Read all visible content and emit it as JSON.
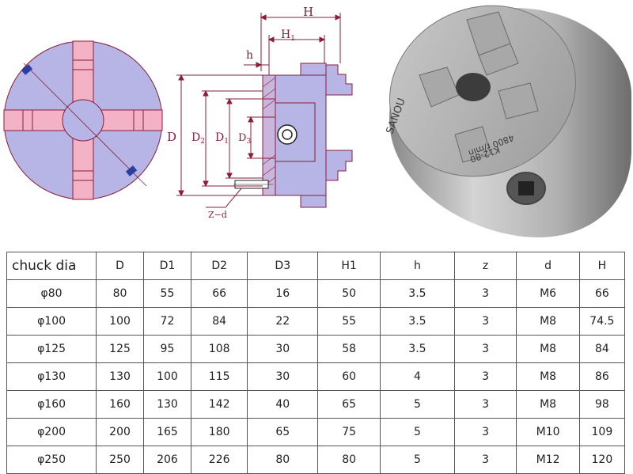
{
  "diagram": {
    "labels": {
      "H": "H",
      "H1": "H",
      "H1_sub": "1",
      "h": "h",
      "D": "D",
      "D1": "D",
      "D1_sub": "1",
      "D2": "D",
      "D2_sub": "2",
      "D3": "D",
      "D3_sub": "3",
      "Zd": "Z−d"
    },
    "photo_text": {
      "brand": "SANOU",
      "model": "K12-80",
      "speed": "4800 r/min"
    },
    "colors": {
      "body_fill": "#b7b5e6",
      "jaw_fill": "#f3b2c6",
      "line": "#8a1f3a",
      "accent": "#2c3fa0"
    }
  },
  "table": {
    "headers": [
      "chuck dia",
      "D",
      "D1",
      "D2",
      "D3",
      "H1",
      "h",
      "z",
      "d",
      "H"
    ],
    "rows": [
      [
        "φ80",
        "80",
        "55",
        "66",
        "16",
        "50",
        "3.5",
        "3",
        "M6",
        "66"
      ],
      [
        "φ100",
        "100",
        "72",
        "84",
        "22",
        "55",
        "3.5",
        "3",
        "M8",
        "74.5"
      ],
      [
        "φ125",
        "125",
        "95",
        "108",
        "30",
        "58",
        "3.5",
        "3",
        "M8",
        "84"
      ],
      [
        "φ130",
        "130",
        "100",
        "115",
        "30",
        "60",
        "4",
        "3",
        "M8",
        "86"
      ],
      [
        "φ160",
        "160",
        "130",
        "142",
        "40",
        "65",
        "5",
        "3",
        "M8",
        "98"
      ],
      [
        "φ200",
        "200",
        "165",
        "180",
        "65",
        "75",
        "5",
        "3",
        "M10",
        "109"
      ],
      [
        "φ250",
        "250",
        "206",
        "226",
        "80",
        "80",
        "5",
        "3",
        "M12",
        "120"
      ]
    ]
  }
}
